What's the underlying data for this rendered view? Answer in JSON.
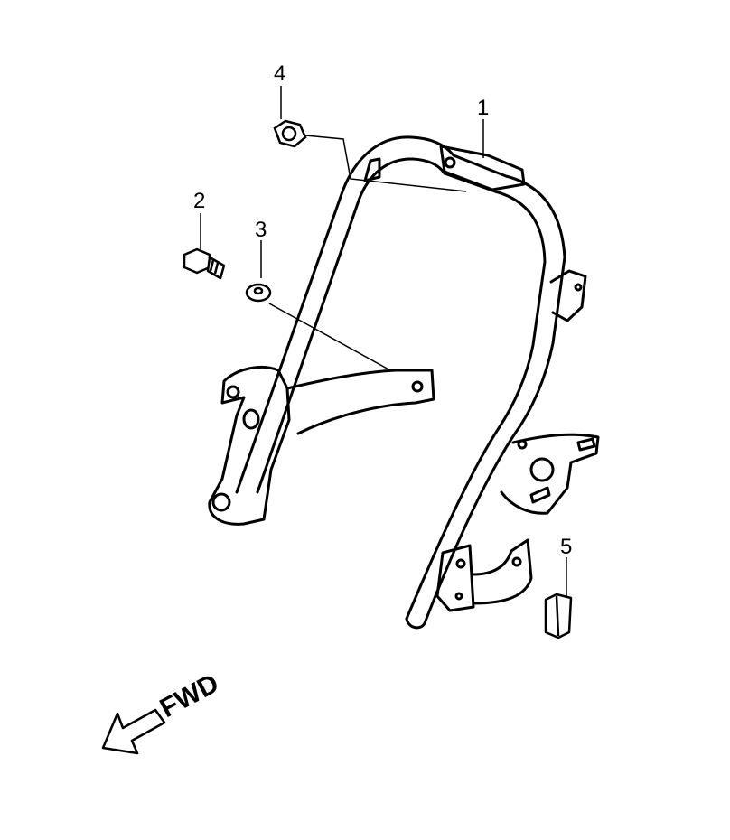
{
  "diagram": {
    "parts": [
      {
        "number": "1"
      },
      {
        "number": "2"
      },
      {
        "number": "3"
      },
      {
        "number": "4"
      },
      {
        "number": "5"
      }
    ],
    "direction_label": "FWD",
    "colors": {
      "line": "#000000",
      "background": "#ffffff"
    }
  }
}
